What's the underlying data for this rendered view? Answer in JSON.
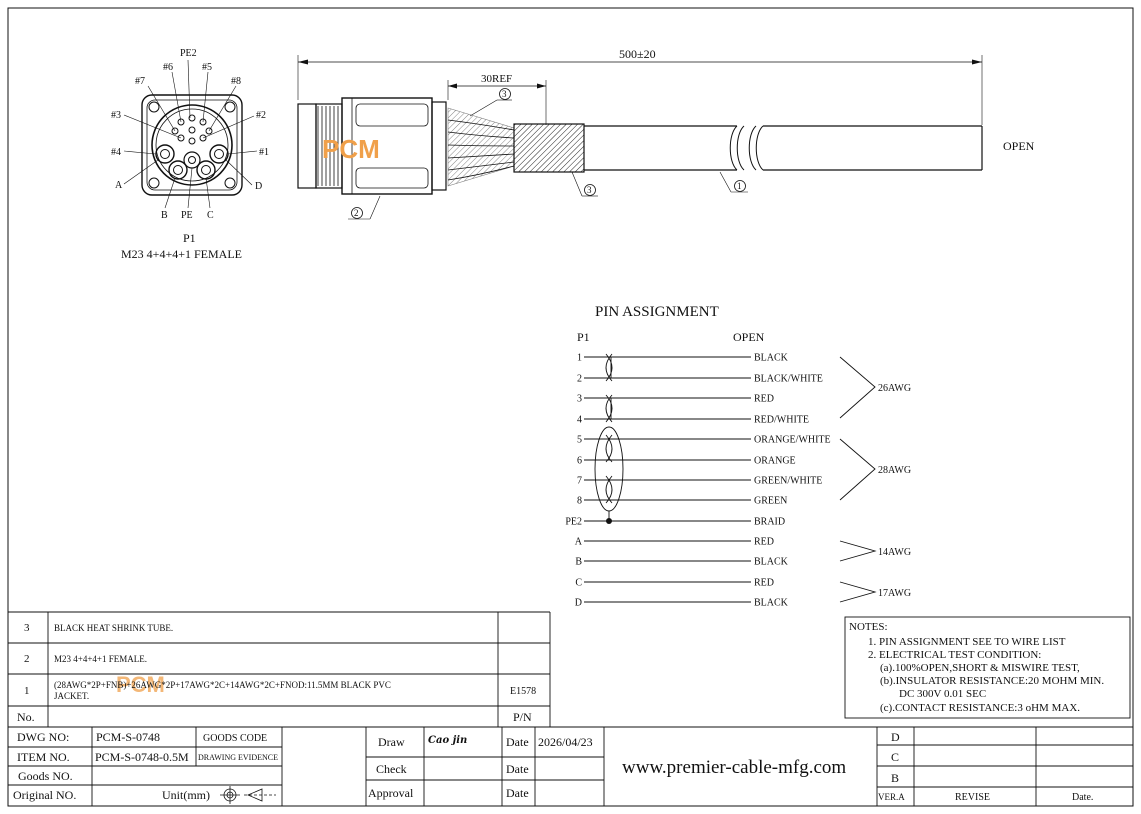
{
  "connector": {
    "pins_top": [
      "PE2",
      "#6",
      "#5",
      "#7",
      "#8"
    ],
    "pins_left": [
      "#3",
      "#4",
      "A"
    ],
    "pins_right": [
      "#2",
      "#1",
      "D"
    ],
    "pins_bottom": [
      "B",
      "PE",
      "C"
    ],
    "ref": "P1",
    "desc": "M23 4+4+4+1 FEMALE"
  },
  "side_view": {
    "length": "500±20",
    "ref_length": "30REF",
    "open_label": "OPEN",
    "callouts": [
      "3",
      "3",
      "2",
      "1"
    ],
    "watermark": "PCM"
  },
  "pin_assignment": {
    "title": "PIN   ASSIGNMENT",
    "left_header": "P1",
    "right_header": "OPEN",
    "rows": [
      {
        "pin": "1",
        "color": "BLACK"
      },
      {
        "pin": "2",
        "color": "BLACK/WHITE"
      },
      {
        "pin": "3",
        "color": "RED"
      },
      {
        "pin": "4",
        "color": "RED/WHITE"
      },
      {
        "pin": "5",
        "color": "ORANGE/WHITE"
      },
      {
        "pin": "6",
        "color": "ORANGE"
      },
      {
        "pin": "7",
        "color": "GREEN/WHITE"
      },
      {
        "pin": "8",
        "color": "GREEN"
      },
      {
        "pin": "PE2",
        "color": "BRAID"
      },
      {
        "pin": "A",
        "color": "RED"
      },
      {
        "pin": "B",
        "color": "BLACK"
      },
      {
        "pin": "C",
        "color": "RED"
      },
      {
        "pin": "D",
        "color": "BLACK"
      }
    ],
    "groups": [
      "26AWG",
      "28AWG",
      "14AWG",
      "17AWG"
    ]
  },
  "notes": {
    "title": "NOTES:",
    "lines": [
      "1.  PIN ASSIGNMENT SEE TO WIRE LIST",
      "2.  ELECTRICAL TEST CONDITION:",
      "(a).100%OPEN,SHORT & MISWIRE TEST,",
      "(b).INSULATOR RESISTANCE:20 MOHM MIN.",
      "DC 300V 0.01 SEC",
      "(c).CONTACT RESISTANCE:3 oHM MAX."
    ]
  },
  "bom": {
    "rows": [
      {
        "no": "3",
        "desc": "BLACK HEAT SHRINK TUBE.",
        "pn": ""
      },
      {
        "no": "2",
        "desc": "M23 4+4+4+1 FEMALE.",
        "pn": ""
      },
      {
        "no": "1",
        "desc_line1": "(28AWG*2P+FNB)+26AWG*2P+17AWG*2C+14AWG*2C+FNOD:11.5MM BLACK PVC",
        "desc_line2": "JACKET.",
        "pn": "E1578"
      }
    ],
    "header_no": "No.",
    "header_pn": "P/N",
    "watermark": "PCM"
  },
  "title_block": {
    "dwg_no_label": "DWG NO:",
    "dwg_no": "PCM-S-0748",
    "goods_code_label": "GOODS CODE",
    "item_no_label": "ITEM NO.",
    "item_no": "PCM-S-0748-0.5M",
    "drawing_evidence_label": "DRAWING EVIDENCE",
    "goods_no_label": "Goods NO.",
    "original_no_label": "Original NO.",
    "unit_label": "Unit(mm)",
    "draw_label": "Draw",
    "draw_sign": "Cao jin",
    "check_label": "Check",
    "approval_label": "Approval",
    "date_label": "Date",
    "date_value": "2026/04/23",
    "website": "www.premier-cable-mfg.com"
  },
  "revision": {
    "letters": [
      "D",
      "C",
      "B"
    ],
    "ver_label": "VER.A",
    "revise_label": "REVISE",
    "date_label": "Date."
  }
}
